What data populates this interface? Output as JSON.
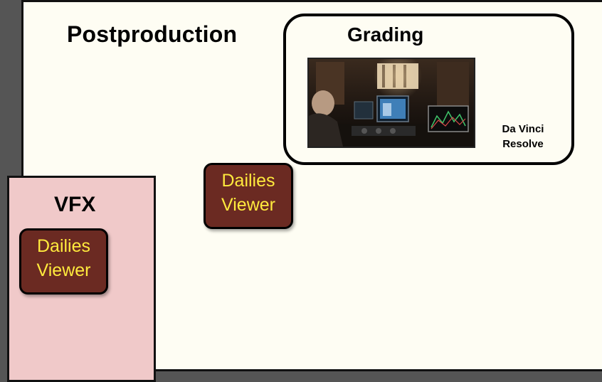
{
  "postproduction": {
    "title": "Postproduction",
    "grading": {
      "title": "Grading",
      "tool_line1": "Da Vinci",
      "tool_line2": "Resolve"
    },
    "dailies_viewer": {
      "line1": "Dailies",
      "line2": "Viewer"
    }
  },
  "vfx": {
    "title": "VFX",
    "dailies_viewer": {
      "line1": "Dailies",
      "line2": "Viewer"
    }
  },
  "colors": {
    "background": "#555555",
    "post_panel": "#FEFDF3",
    "vfx_panel": "#F0C9C9",
    "button_fill": "#6B2A22",
    "button_text": "#FFEA3D"
  }
}
